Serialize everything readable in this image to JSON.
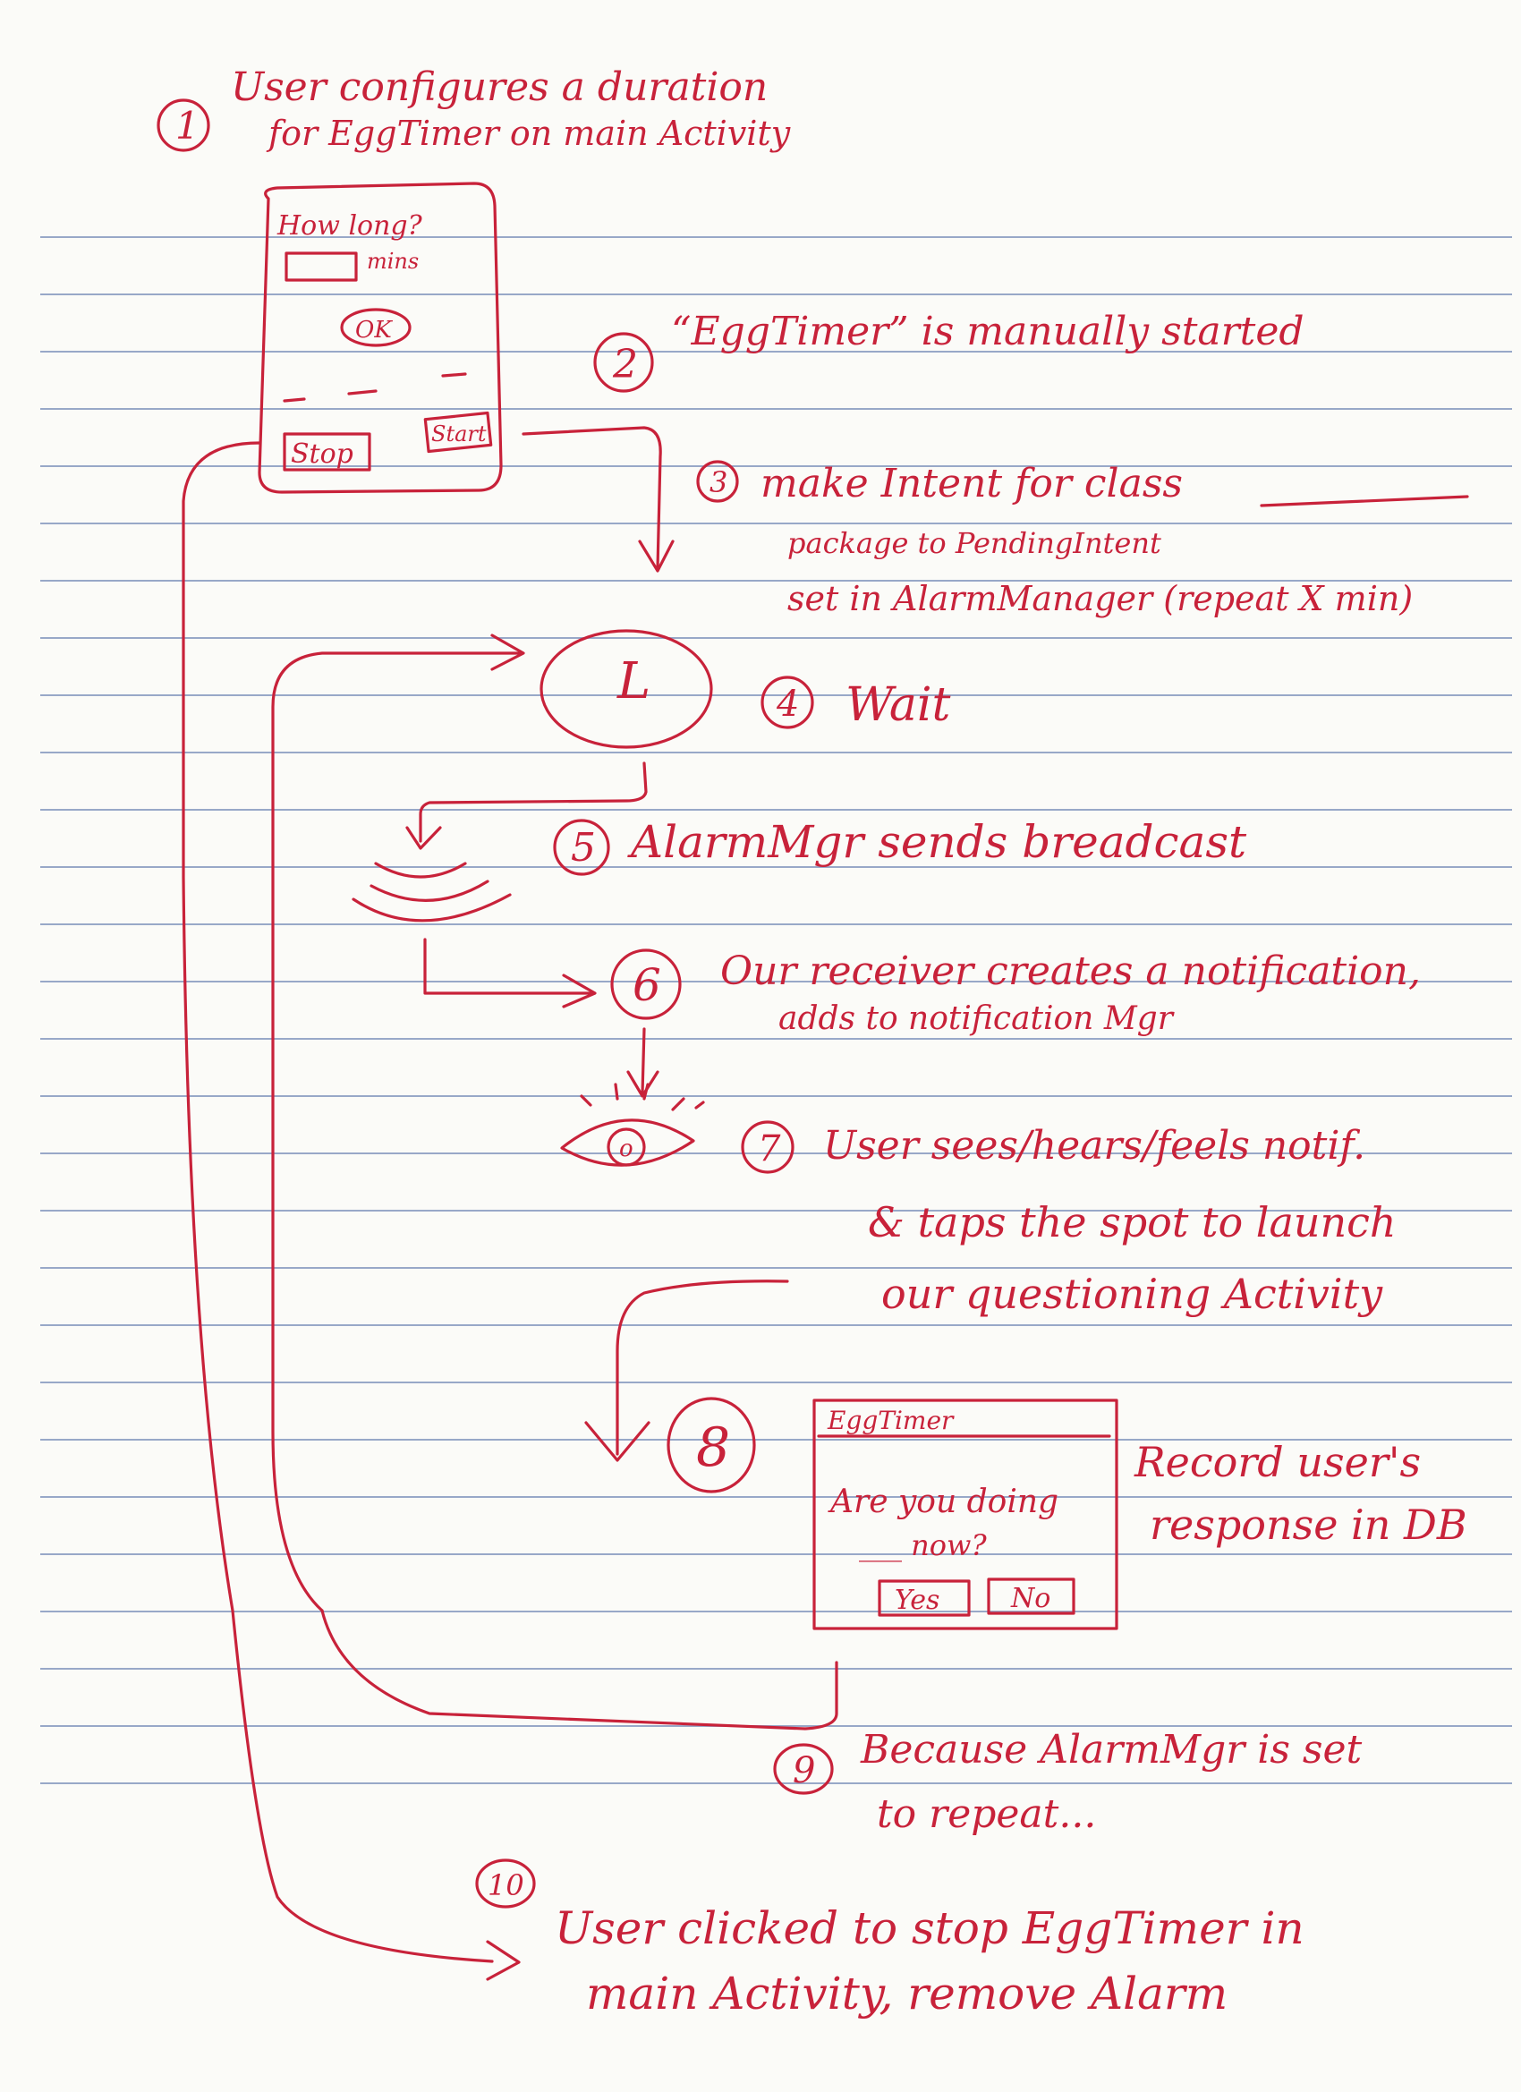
{
  "steps": {
    "s1": {
      "num": "1",
      "line1": "User configures a duration",
      "line2": "for EggTimer on main Activity"
    },
    "s2": {
      "num": "2",
      "text": "“EggTimer” is manually started"
    },
    "s3": {
      "num": "3",
      "line1": "make Intent for class",
      "line2": "package to PendingIntent",
      "line3": "set in AlarmManager (repeat X min)"
    },
    "s4": {
      "num": "4",
      "text": "Wait"
    },
    "s5": {
      "num": "5",
      "text": "AlarmMgr sends breadcast"
    },
    "s6": {
      "num": "6",
      "line1": "Our receiver creates a notification,",
      "line2": "adds to notification Mgr"
    },
    "s7": {
      "num": "7",
      "line1": "User sees/hears/feels notif.",
      "line2": "& taps the spot to launch",
      "line3": "our questioning Activity"
    },
    "s8": {
      "num": "8",
      "note_line1": "Record user's",
      "note_line2": "response in DB"
    },
    "s9": {
      "num": "9",
      "line1": "Because AlarmMgr is set",
      "line2": "to repeat..."
    },
    "s10": {
      "num": "10",
      "line1": "User clicked to stop EggTimer in",
      "line2": "main Activity, remove Alarm"
    }
  },
  "phone_mockup": {
    "prompt": "How long?",
    "unit": "mins",
    "ok_label": "OK",
    "stop_label": "Stop",
    "start_label": "Start"
  },
  "clock_icon": {
    "glyph": "L"
  },
  "eye_icon": {
    "glyph": "o"
  },
  "dialog_mockup": {
    "title": "EggTimer",
    "question_line1": "Are you doing",
    "question_line2": "___ now?",
    "yes_label": "Yes",
    "no_label": "No"
  },
  "colors": {
    "ink": "#c8223a",
    "paper": "#fbfbf8",
    "rule": "#98a8c8"
  }
}
